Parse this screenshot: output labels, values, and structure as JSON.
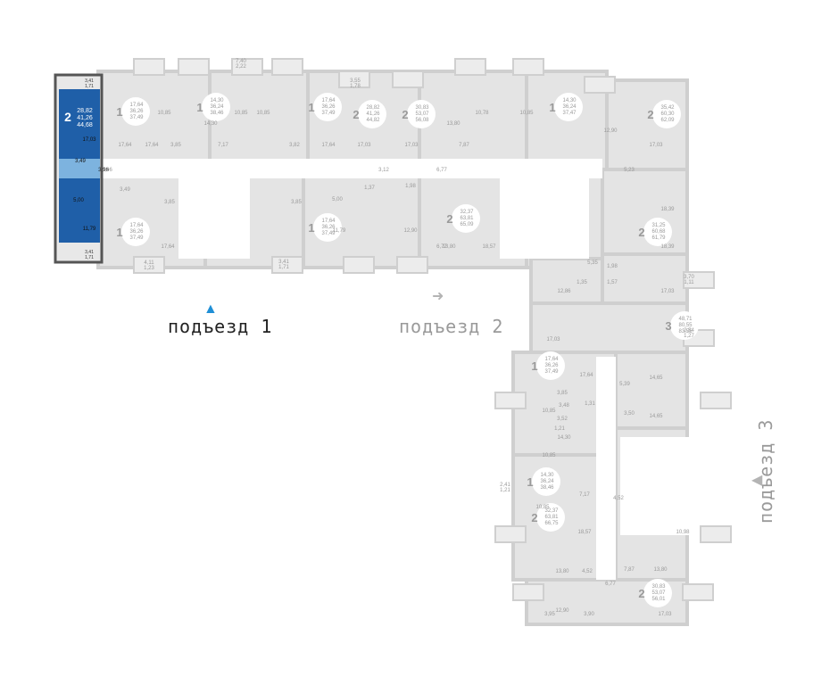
{
  "colors": {
    "highlight": "#1f5fa8",
    "highlight_dark": "#123f78",
    "wall": "#cfcfcf",
    "room": "#e4e4e4",
    "label": "#9a9a9a",
    "active_arrow": "#1f8fd6",
    "inactive_arrow": "#b4b4b4"
  },
  "entrances": {
    "e1": "подъезд 1",
    "e2": "подъезд 2",
    "e3": "подъезд 3"
  },
  "highlighted_apartment": {
    "rooms": "2",
    "areas": [
      "28,82",
      "41,26",
      "44,68"
    ],
    "room_labels": [
      "17,03",
      "3,96",
      "3,49",
      "5,00",
      "11,79"
    ],
    "balcony_top": [
      "3,41",
      "1,71"
    ],
    "balcony_bottom": [
      "3,41",
      "1,71"
    ]
  },
  "apartments": [
    {
      "id": "a1",
      "rooms": "1",
      "areas": [
        "17,64",
        "36,26",
        "37,49"
      ]
    },
    {
      "id": "a2",
      "rooms": "1",
      "areas": [
        "14,30",
        "36,24",
        "38,46"
      ]
    },
    {
      "id": "a3",
      "rooms": "1",
      "areas": [
        "17,64",
        "36,26",
        "37,49"
      ]
    },
    {
      "id": "a4",
      "rooms": "2",
      "areas": [
        "28,82",
        "41,26",
        "44,82"
      ]
    },
    {
      "id": "a5",
      "rooms": "2",
      "areas": [
        "30,83",
        "53,07",
        "56,08"
      ]
    },
    {
      "id": "a6",
      "rooms": "1",
      "areas": [
        "14,30",
        "36,24",
        "37,47"
      ]
    },
    {
      "id": "a7",
      "rooms": "2",
      "areas": [
        "35,42",
        "60,30",
        "62,09"
      ]
    },
    {
      "id": "a8",
      "rooms": "1",
      "areas": [
        "17,64",
        "36,26",
        "37,49"
      ]
    },
    {
      "id": "a9",
      "rooms": "1",
      "areas": [
        "17,64",
        "36,26",
        "37,49"
      ]
    },
    {
      "id": "a10",
      "rooms": "2",
      "areas": [
        "32,37",
        "63,81",
        "65,09"
      ]
    },
    {
      "id": "a11",
      "rooms": "2",
      "areas": [
        "31,25",
        "60,68",
        "61,79"
      ]
    },
    {
      "id": "a12",
      "rooms": "3",
      "areas": [
        "48,71",
        "80,55",
        "83,55"
      ]
    },
    {
      "id": "a13",
      "rooms": "1",
      "areas": [
        "17,64",
        "36,26",
        "37,49"
      ]
    },
    {
      "id": "a14",
      "rooms": "1",
      "areas": [
        "14,30",
        "36,24",
        "38,46"
      ]
    },
    {
      "id": "a15",
      "rooms": "2",
      "areas": [
        "32,37",
        "63,81",
        "66,75"
      ]
    },
    {
      "id": "a16",
      "rooms": "2",
      "areas": [
        "30,83",
        "53,07",
        "56,01"
      ]
    }
  ],
  "room_labels": [
    "10,85",
    "14,30",
    "10,85",
    "10,85",
    "17,64",
    "3,85",
    "17,64",
    "7,17",
    "3,82",
    "17,64",
    "13,80",
    "10,78",
    "10,85",
    "12,90",
    "17,03",
    "17,03",
    "7,87",
    "17,03",
    "6,77",
    "5,23",
    "3,96",
    "3,85",
    "3,85",
    "11,79",
    "12,90",
    "13,80",
    "18,57",
    "18,39",
    "18,39",
    "12,86",
    "17,03",
    "17,03",
    "17,64",
    "14,65",
    "14,65",
    "10,85",
    "14,30",
    "10,85",
    "7,17",
    "18,57",
    "13,80",
    "4,52",
    "12,90",
    "7,87",
    "13,80",
    "17,03",
    "10,98",
    "6,77",
    "5,39",
    "4,52",
    "5,00",
    "3,85",
    "10,85",
    "17,64",
    "6,77",
    "5,35",
    "1,98",
    "1,98",
    "3,12",
    "3,49",
    "4,11",
    "1,23",
    "3,55",
    "1,78",
    "3,41",
    "1,71",
    "2,54",
    "1,27",
    "3,70",
    "1,11",
    "2,41",
    "1,21",
    "7,40",
    "2,22",
    "1,37",
    "1,57",
    "1,35",
    "3,48",
    "3,50",
    "3,52",
    "1,31",
    "1,21",
    "3,95",
    "3,90"
  ]
}
